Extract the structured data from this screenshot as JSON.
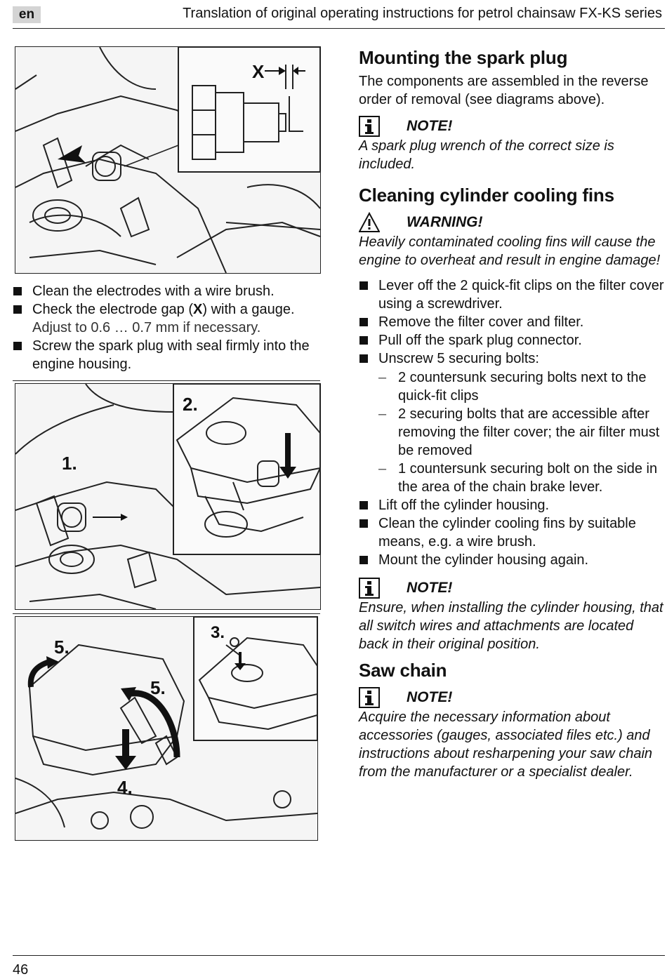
{
  "header": {
    "lang": "en",
    "title": "Translation of original operating instructions for petrol chainsaw FX-KS series"
  },
  "figures": {
    "fig1": {
      "label": "X"
    },
    "fig2": {
      "label1": "1.",
      "label2": "2."
    },
    "fig3": {
      "label3": "3.",
      "label4": "4.",
      "label5a": "5.",
      "label5b": "5."
    }
  },
  "left_list": [
    {
      "text": "Clean the electrodes with a wire brush."
    },
    {
      "text_pre": "Check the electrode gap (",
      "bold": "X",
      "text_post": ") with a gauge.",
      "sub": "Adjust to 0.6 … 0.7 mm if necessary."
    },
    {
      "text": "Screw the spark plug with seal firmly into the engine housing."
    }
  ],
  "mounting": {
    "heading": "Mounting the spark plug",
    "body": "The components are assembled in the reverse order of removal (see diagrams above).",
    "note_label": "NOTE!",
    "note_text": "A spark plug wrench of the correct size is included."
  },
  "cleaning": {
    "heading": "Cleaning cylinder cooling fins",
    "warning_label": "WARNING!",
    "warning_text": "Heavily contaminated cooling fins will cause the engine to overheat and result in engine damage!",
    "steps": [
      "Lever off the 2 quick-fit clips on the filter cover using a screwdriver.",
      "Remove the filter cover and filter.",
      "Pull off the spark plug connector.",
      "Unscrew 5 securing bolts:"
    ],
    "sub_steps": [
      "2 countersunk securing bolts next to the quick-fit clips",
      "2 securing bolts that are accessible after removing the filter cover; the air filter must be removed",
      "1 countersunk securing bolt on the side in the area of the chain brake lever."
    ],
    "steps2": [
      "Lift off the cylinder housing.",
      "Clean the cylinder cooling fins by suitable means, e.g. a wire brush.",
      "Mount the cylinder housing again."
    ],
    "note_label": "NOTE!",
    "note_text": "Ensure, when installing the cylinder housing, that all switch wires and attachments are located back in their original position."
  },
  "saw_chain": {
    "heading": "Saw chain",
    "note_label": "NOTE!",
    "note_text": "Acquire the necessary information about accessories (gauges, associated files etc.) and instructions about resharpening your saw chain from the manufacturer or a specialist dealer."
  },
  "footer": {
    "page": "46"
  }
}
